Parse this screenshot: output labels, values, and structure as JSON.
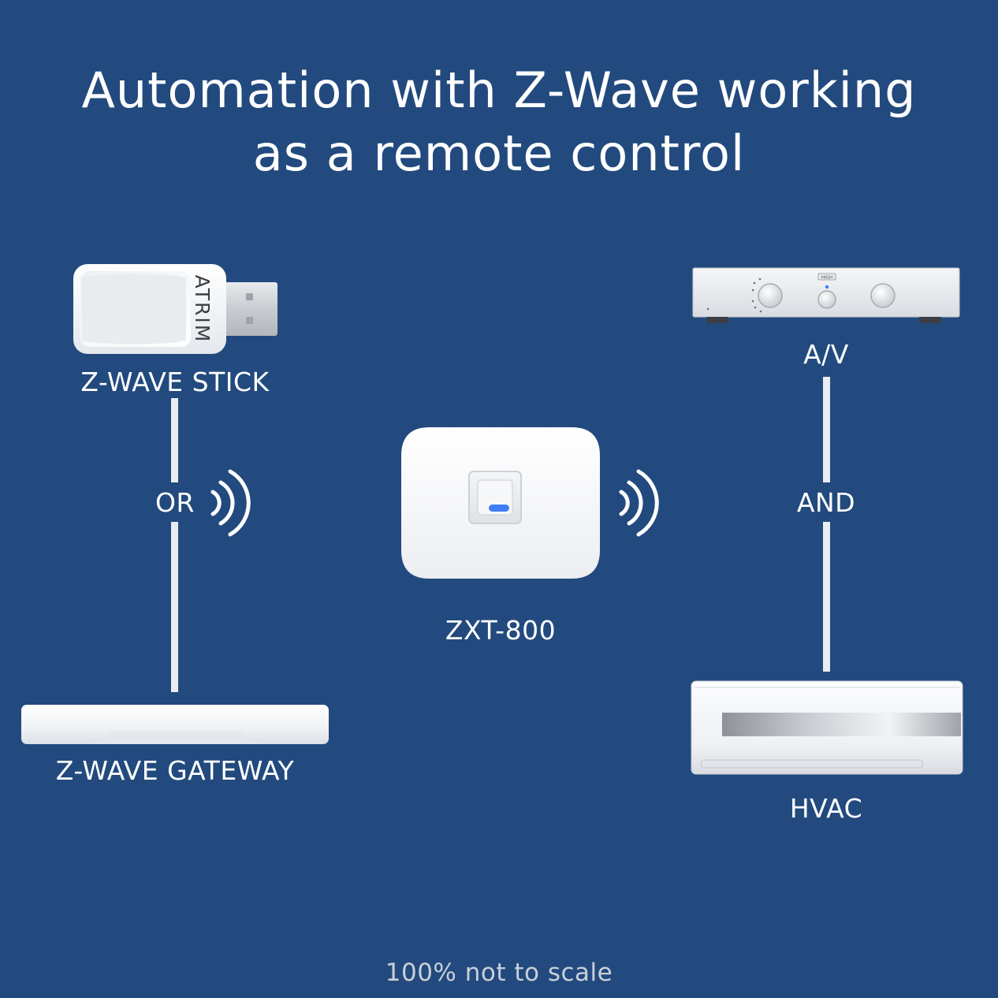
{
  "title": {
    "line1": "Automation with Z-Wave working",
    "line2": "as a remote control"
  },
  "stick": {
    "brand": "ATRIM",
    "label": "Z-WAVE STICK"
  },
  "left_connector": "OR",
  "gateway": {
    "label": "Z-WAVE GATEWAY"
  },
  "device": {
    "label": "ZXT-800"
  },
  "av": {
    "label": "A/V",
    "badge": "HIGH"
  },
  "right_connector": "AND",
  "hvac": {
    "label": "HVAC"
  },
  "footer": "100% not to scale",
  "colors": {
    "background": "#224A7E",
    "led": "#3f7df5",
    "device_white": "#f7f8fa"
  },
  "icons": [
    "wireless-signal-icon",
    "usb-stick-icon",
    "gateway-icon",
    "amplifier-icon",
    "air-conditioner-icon",
    "remote-device-icon"
  ]
}
